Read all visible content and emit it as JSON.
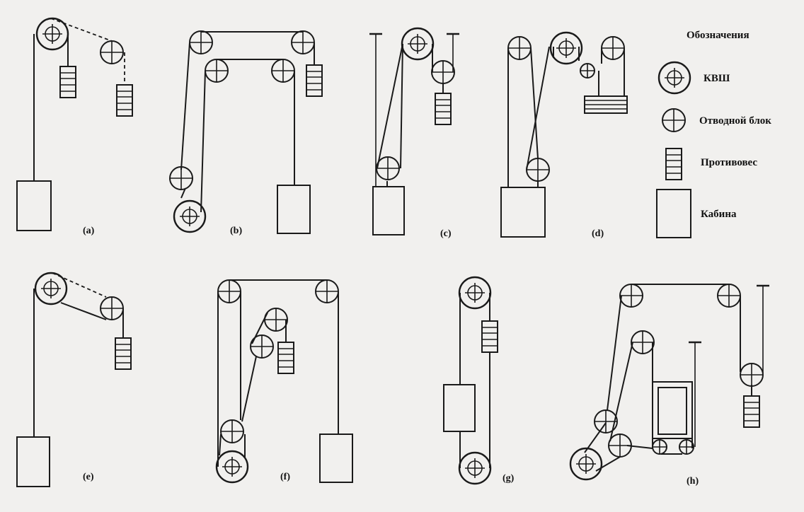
{
  "legend": {
    "title": "Обозначения",
    "items": [
      {
        "key": "kvsh",
        "label": "КВШ"
      },
      {
        "key": "deflector",
        "label": "Отводной блок"
      },
      {
        "key": "counterweight",
        "label": "Противовес"
      },
      {
        "key": "car",
        "label": "Кабина"
      }
    ]
  },
  "schemes": [
    {
      "id": "a",
      "label": "(a)"
    },
    {
      "id": "b",
      "label": "(b)"
    },
    {
      "id": "c",
      "label": "(c)"
    },
    {
      "id": "d",
      "label": "(d)"
    },
    {
      "id": "e",
      "label": "(e)"
    },
    {
      "id": "f",
      "label": "(f)"
    },
    {
      "id": "g",
      "label": "(g)"
    },
    {
      "id": "h",
      "label": "(h)"
    }
  ],
  "colors": {
    "ink": "#1a1a1a",
    "paper": "#f1f0ee"
  }
}
